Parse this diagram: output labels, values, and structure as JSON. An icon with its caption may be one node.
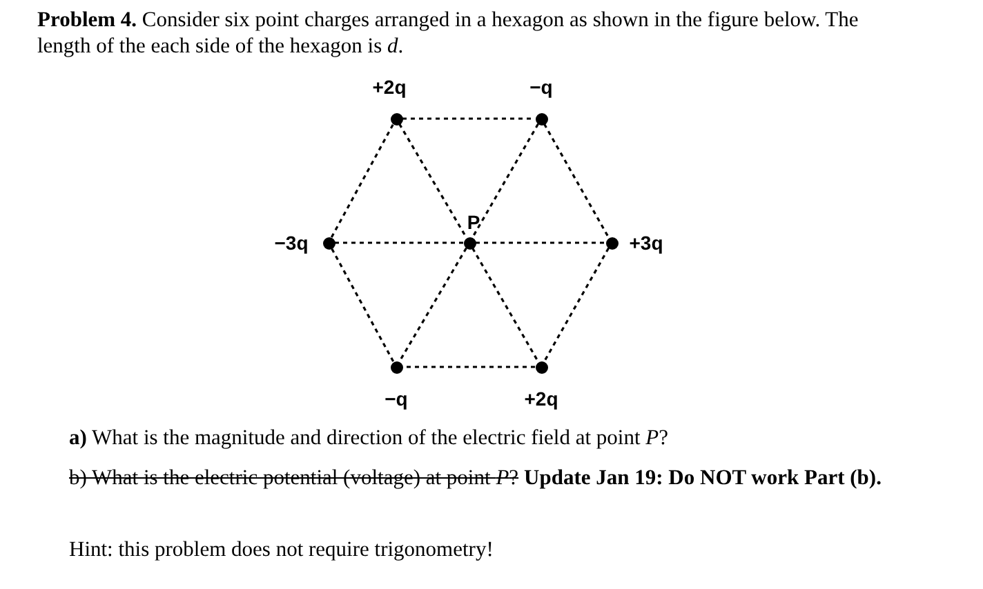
{
  "diagram": {
    "nodes": [
      {
        "text": [],
        "shape": "circle",
        "beside": [
          "+2q"
        ]
      },
      {
        "text": [],
        "shape": "circle",
        "beside": [
          "−q"
        ]
      },
      {
        "text": [],
        "shape": "circle",
        "beside": [
          "−3q"
        ]
      },
      {
        "text": [],
        "shape": "circle",
        "beside": [
          "P"
        ]
      },
      {
        "text": [],
        "shape": "circle",
        "beside": [
          "+3q"
        ]
      },
      {
        "text": [],
        "shape": "circle",
        "beside": [
          "−q"
        ]
      },
      {
        "text": [],
        "shape": "circle",
        "beside": [
          "+2q"
        ]
      }
    ],
    "edges": [
      {
        "from": 0,
        "to": 1,
        "arrow": "none",
        "style": "dashed"
      },
      {
        "from": 1,
        "to": 4,
        "arrow": "none",
        "style": "dashed"
      },
      {
        "from": 4,
        "to": 6,
        "arrow": "none",
        "style": "dashed"
      },
      {
        "from": 6,
        "to": 5,
        "arrow": "none",
        "style": "dashed"
      },
      {
        "from": 5,
        "to": 2,
        "arrow": "none",
        "style": "dashed"
      },
      {
        "from": 2,
        "to": 0,
        "arrow": "none",
        "style": "dashed"
      },
      {
        "from": 0,
        "to": 3,
        "arrow": "none",
        "style": "dashed"
      },
      {
        "from": 3,
        "to": 6,
        "arrow": "none",
        "style": "dashed"
      },
      {
        "from": 1,
        "to": 3,
        "arrow": "none",
        "style": "dashed"
      },
      {
        "from": 3,
        "to": 5,
        "arrow": "none",
        "style": "dashed"
      },
      {
        "from": 2,
        "to": 3,
        "arrow": "none",
        "style": "dashed"
      },
      {
        "from": 3,
        "to": 4,
        "arrow": "none",
        "style": "dashed"
      }
    ],
    "labels": [
      "**Problem 4.** Consider six point charges arranged in a hexagon as shown in the figure below. The length of the each side of the hexagon is *d*.",
      "**a)** What is the magnitude and direction of the electric field at point *P*?",
      "b) What is the electric potential (voltage) at point *P*?",
      "Update Jan 19: Do NOT work Part (b).",
      "Hint: this problem does not require trigonometry!"
    ]
  }
}
